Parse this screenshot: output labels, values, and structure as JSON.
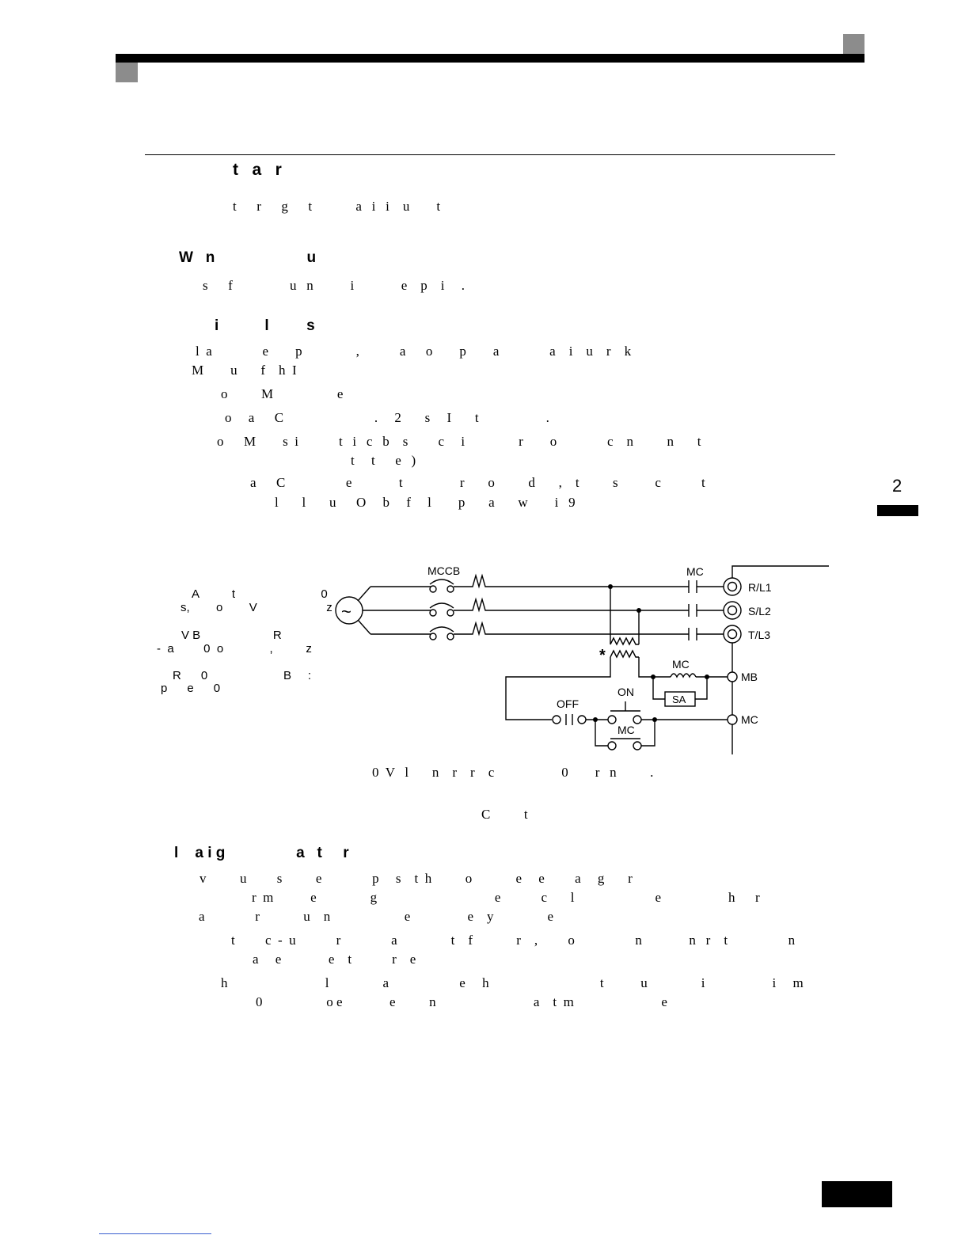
{
  "header": {
    "section_title": "t   a   r"
  },
  "intro": "t      r      g      t             a   i   i    u        t",
  "headings": {
    "h_w": "W   n                      u",
    "h_i": "i           l         s",
    "h_l": "l    a i g                 a   t     r"
  },
  "w_para": "s      f                 u   n           i              e    p    i     .",
  "i_lines": [
    "l  a               e        p                ,            a      o        p        a               a    i    u    r    k",
    "M        u       f    h  I",
    "o          M                   e",
    "o     a      C                           .     2       s     I       t                    .",
    "o      M        s  i            t   i   c   b    s         c     i                r        o               c    n          n       t",
    "t     t      e   )",
    "a      C                  e              t                 r       o          d       ,    t          s           c            t",
    "l       l       u      O     b     f     l        p       a       w        i   9"
  ],
  "diagram": {
    "left_labels": [
      "A          t                          0",
      "s,        o        V                     z",
      "V B                      R",
      "-  a         0  o              ,          z",
      "R      0                       B     :",
      "p      e      0"
    ],
    "mccb": "MCCB",
    "mc_top": "MC",
    "terminals": [
      "R/L1",
      "S/L2",
      "T/L3"
    ],
    "asterisk": "*",
    "mc_coil": "MC",
    "sa": "SA",
    "mb": "MB",
    "on": "ON",
    "off": "OFF",
    "mc_contact": "MC",
    "mc_term": "MC",
    "ac_symbol": "~",
    "note": "0  V   l       n    r    r    c                    0        r   n          .",
    "caption": "C          t"
  },
  "l_lines": [
    "v          u         s          e               p     s    t  h          o             e     e         a     g       r",
    "r  m           e                g                                   e            c       l                        e                    h      r",
    "a               r             u    n                      e                 e    y                e",
    "t         c  -  u            r               a                t    f             r    ,         o                  n              n   r    t                  n",
    "a     e              e    t            r    e",
    "h                             l                a                     e     h                                 t           u                i                    i     m",
    "0                   o e              e          n                             a    t  m                          e"
  ],
  "chapter_number": "2"
}
